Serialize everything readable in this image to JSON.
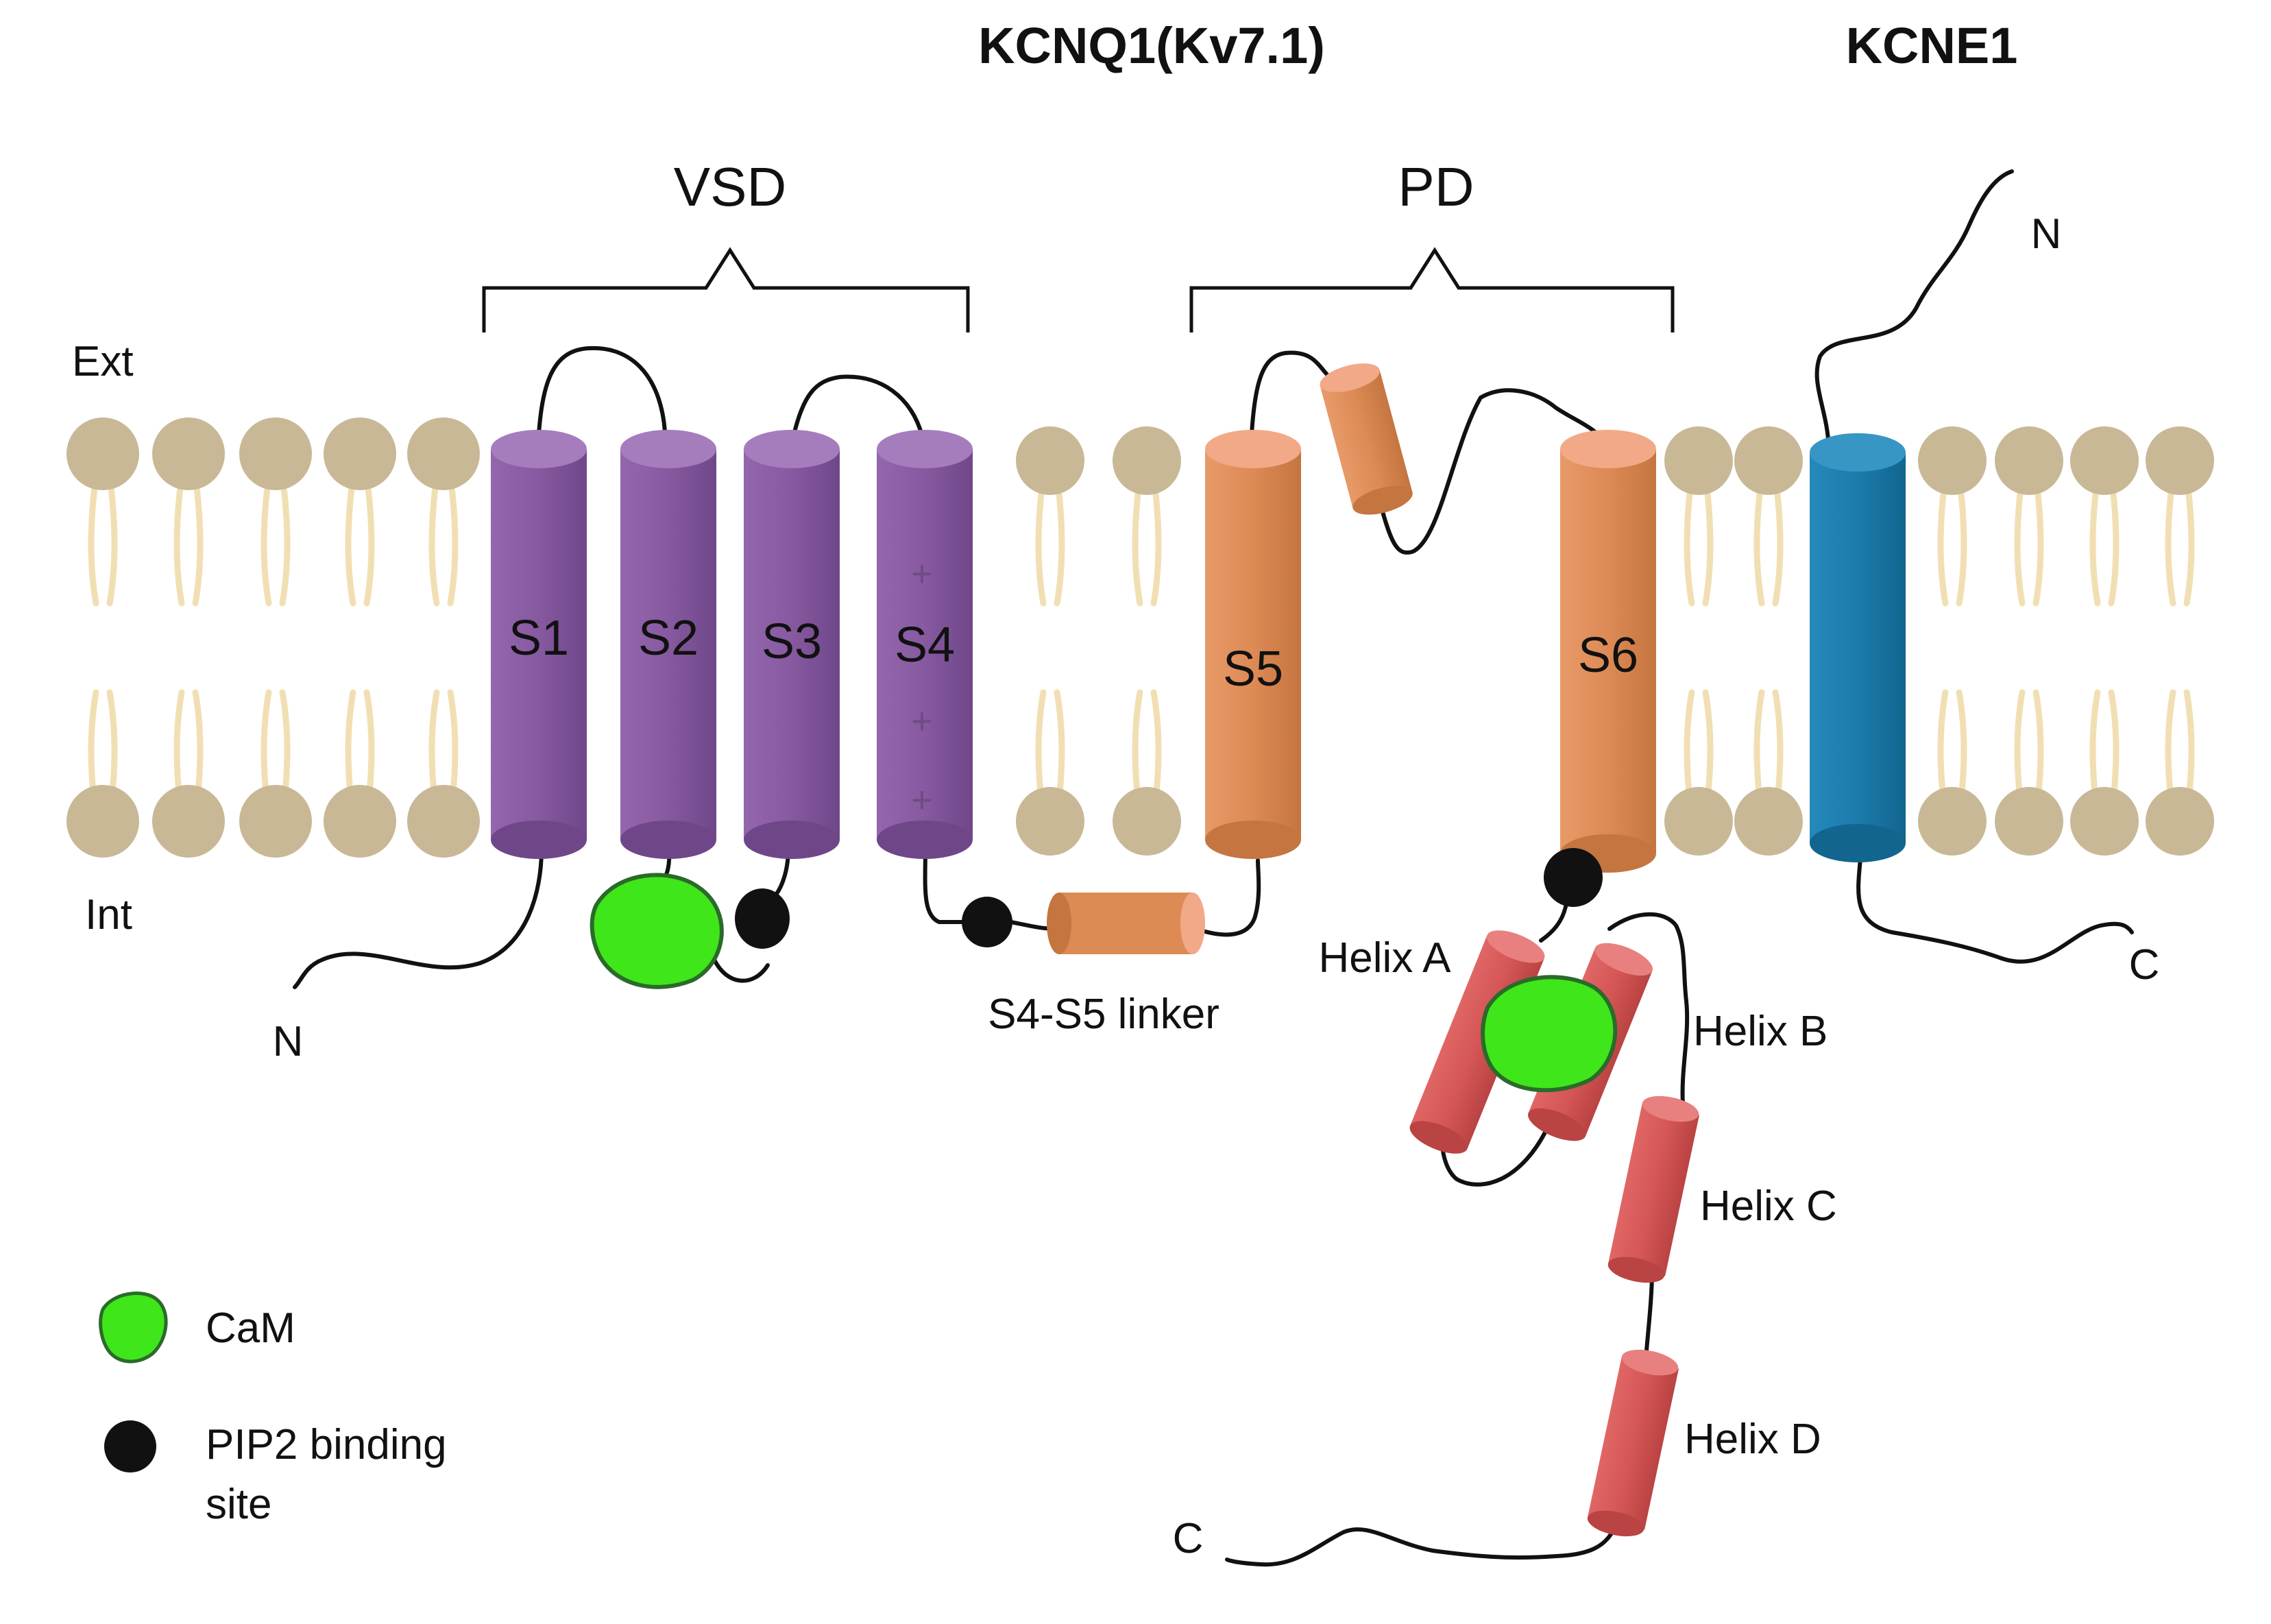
{
  "titles": {
    "kcnq1": "KCNQ1(Kv7.1)",
    "kcne1": "KCNE1"
  },
  "regions": {
    "vsd": "VSD",
    "pd": "PD"
  },
  "membrane": {
    "ext": "Ext",
    "int": "Int"
  },
  "segments": {
    "s1": "S1",
    "s2": "S2",
    "s3": "S3",
    "s4": "S4",
    "s5": "S5",
    "s6": "S6"
  },
  "s4_charges": [
    "+",
    "+",
    "+"
  ],
  "termini": {
    "kcnq1_n": "N",
    "kcnq1_c": "C",
    "kcne1_n": "N",
    "kcne1_c": "C"
  },
  "labels": {
    "s4s5_linker": "S4-S5 linker",
    "helix_a": "Helix A",
    "helix_b": "Helix B",
    "helix_c": "Helix C",
    "helix_d": "Helix D"
  },
  "legend": {
    "cam": "CaM",
    "pip2_line1": "PIP2 binding",
    "pip2_line2": "site"
  },
  "colors": {
    "vsd_segment": "#8a5aa3",
    "pd_segment": "#dd8a55",
    "kcne1_segment": "#1c7bab",
    "helix": "#d55656",
    "cam": "#3fe619",
    "pip2": "#111111",
    "lipid_head": "#c8b896",
    "lipid_tail": "#f1dfb3"
  }
}
